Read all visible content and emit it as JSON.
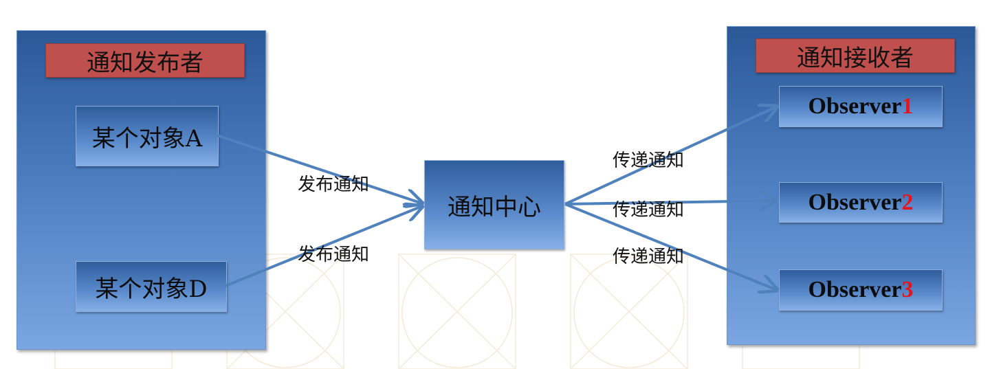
{
  "publisher_panel": {
    "title": "通知发布者"
  },
  "receiver_panel": {
    "title": "通知接收者"
  },
  "center": {
    "label": "通知中心"
  },
  "sources": [
    {
      "label": "某个对象A"
    },
    {
      "label": "某个对象D"
    }
  ],
  "observers": [
    {
      "prefix": "Observer",
      "number": "1"
    },
    {
      "prefix": "Observer",
      "number": "2"
    },
    {
      "prefix": "Observer",
      "number": "3"
    }
  ],
  "edges": {
    "publish_label_1": "发布通知",
    "publish_label_2": "发布通知",
    "deliver_label_1": "传递通知",
    "deliver_label_2": "传递通知",
    "deliver_label_3": "传递通知"
  },
  "colors": {
    "panel_gradient_top": "#2b5897",
    "panel_gradient_bottom": "#7aa6e2",
    "title_bar": "#c0504d",
    "arrow": "#4f81bd",
    "observer_number": "#e8141c"
  }
}
